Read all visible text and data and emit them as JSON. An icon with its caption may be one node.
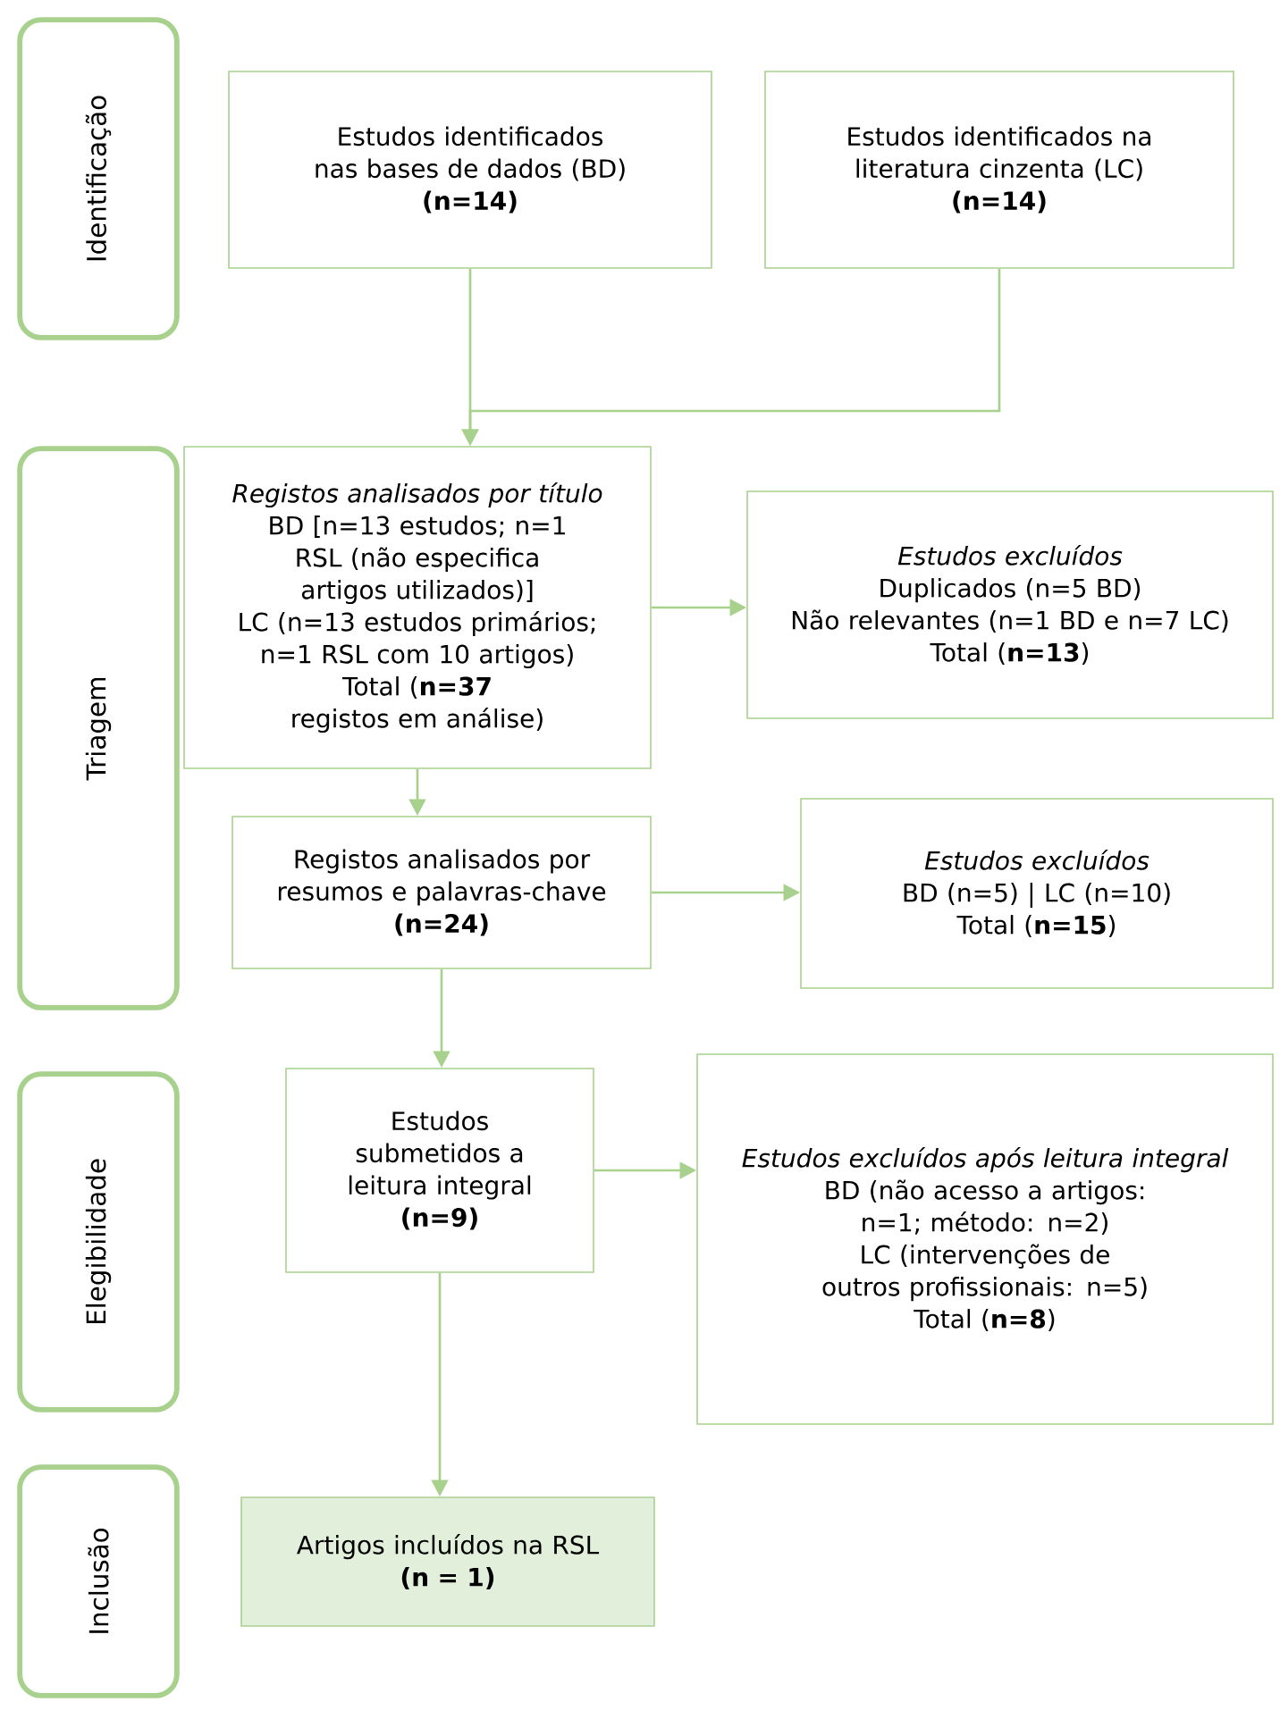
{
  "diagram": {
    "nodes": [
      {
        "text": [
          "Identificação"
        ]
      },
      {
        "text": [
          "Triagem"
        ]
      },
      {
        "text": [
          "Elegibilidade"
        ]
      },
      {
        "text": [
          "Inclusão"
        ]
      },
      {
        "text": [
          "Estudos identificados nas bases de dados (BD)",
          "(n=14)"
        ]
      },
      {
        "text": [
          "Estudos identificados na literatura cinzenta (LC)",
          "(n=14)"
        ]
      },
      {
        "text": [
          "Registos analisados por título",
          "BD [n=13 estudos; n=1 RSL (não especifica artigos utilizados)]",
          "LC (n=13 estudos primários; n=1 RSL com 10 artigos)",
          "Total (**n=37** registos em análise)"
        ]
      },
      {
        "text": [
          "Estudos excluídos",
          "Duplicados (n=5 BD)",
          "Não relevantes (n=1 BD e n=7 LC)",
          "Total (**n=13**)"
        ]
      },
      {
        "text": [
          "Registos analisados por resumos e palavras-chave",
          "(n=24)"
        ]
      },
      {
        "text": [
          "Estudos excluídos",
          "BD (n=5) | LC (n=10)",
          "Total (**n=15**)"
        ]
      },
      {
        "text": [
          "Estudos submetidos a leitura integral",
          "(n=9)"
        ]
      },
      {
        "text": [
          "Estudos excluídos após leitura integral",
          "BD (não acesso a artigos: n=1; método: n=2)",
          "LC (intervenções de outros profissionais: n=5)",
          "Total (**n=8**)"
        ]
      },
      {
        "text": [
          "Artigos incluídos na RSL",
          "(n = 1)"
        ]
      }
    ],
    "edges": [
      {
        "from": 4,
        "to": 6,
        "arrow": "to"
      },
      {
        "from": 5,
        "to": 6,
        "arrow": "to"
      },
      {
        "from": 6,
        "to": 7,
        "arrow": "to"
      },
      {
        "from": 6,
        "to": 8,
        "arrow": "to"
      },
      {
        "from": 8,
        "to": 9,
        "arrow": "to"
      },
      {
        "from": 8,
        "to": 10,
        "arrow": "to"
      },
      {
        "from": 10,
        "to": 11,
        "arrow": "to"
      },
      {
        "from": 10,
        "to": 12,
        "arrow": "to"
      }
    ]
  }
}
